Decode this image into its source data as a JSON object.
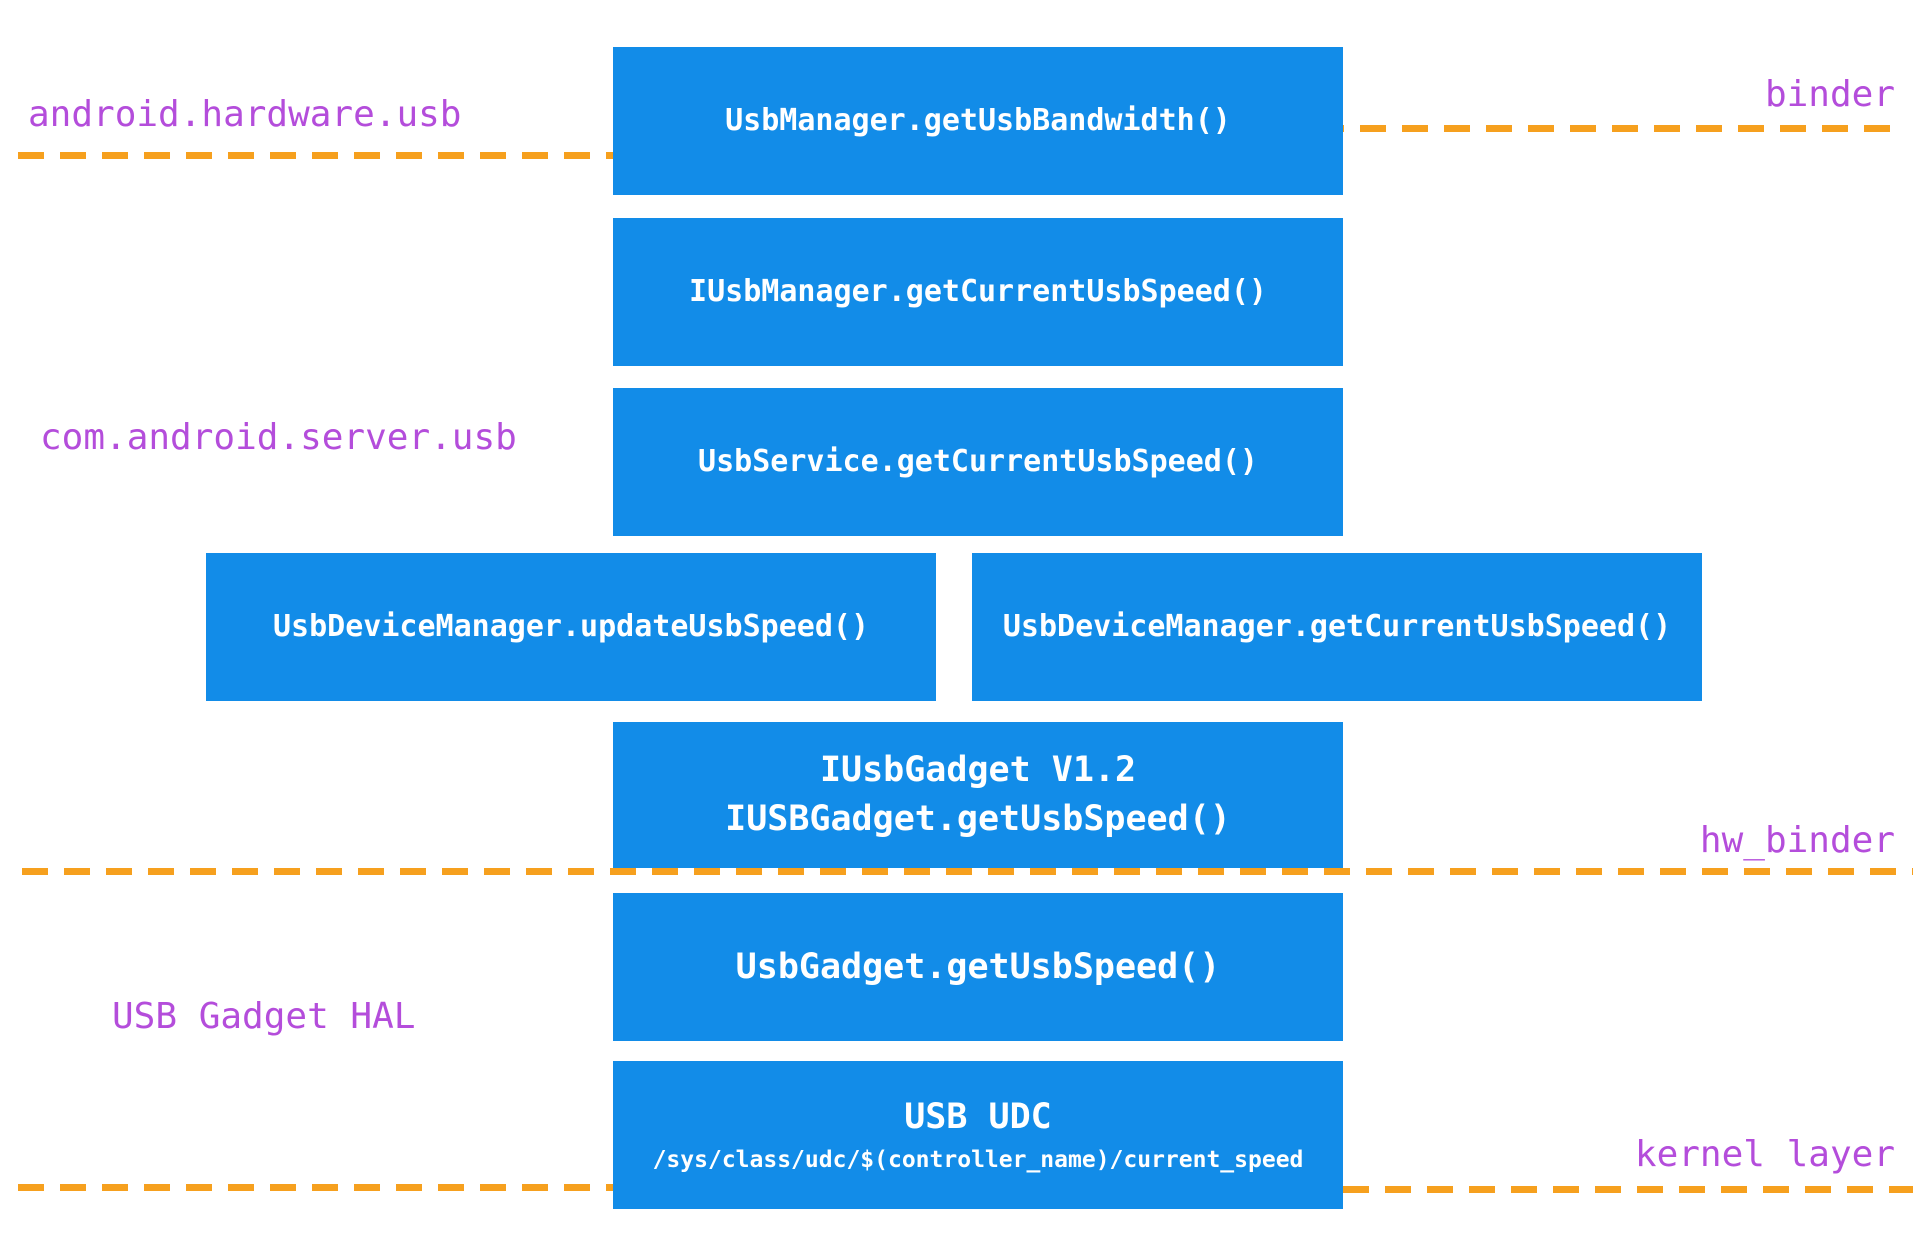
{
  "diagram": {
    "boxes": {
      "usb_manager": {
        "label": "UsbManager.getUsbBandwidth()"
      },
      "iusb_manager": {
        "label": "IUsbManager.getCurrentUsbSpeed()"
      },
      "usb_service": {
        "label": "UsbService.getCurrentUsbSpeed()"
      },
      "usb_device_manager_update": {
        "label": "UsbDeviceManager.updateUsbSpeed()"
      },
      "usb_device_manager_get": {
        "label": "UsbDeviceManager.getCurrentUsbSpeed()"
      },
      "iusb_gadget": {
        "line1": "IUsbGadget V1.2",
        "line2": "IUSBGadget.getUsbSpeed()"
      },
      "usb_gadget": {
        "label": "UsbGadget.getUsbSpeed()"
      },
      "usb_udc": {
        "title": "USB UDC",
        "path": "/sys/class/udc/$(controller_name)/current_speed"
      }
    },
    "labels": {
      "android_hardware_usb": "android.hardware.usb",
      "binder": "binder",
      "com_android_server_usb": "com.android.server.usb",
      "hw_binder": "hw_binder",
      "usb_gadget_hal": "USB Gadget HAL",
      "kernel_layer": "kernel layer"
    },
    "colors": {
      "box_fill": "#128ce8",
      "label_text": "#b44ddb",
      "divider": "#f6a01e"
    }
  }
}
